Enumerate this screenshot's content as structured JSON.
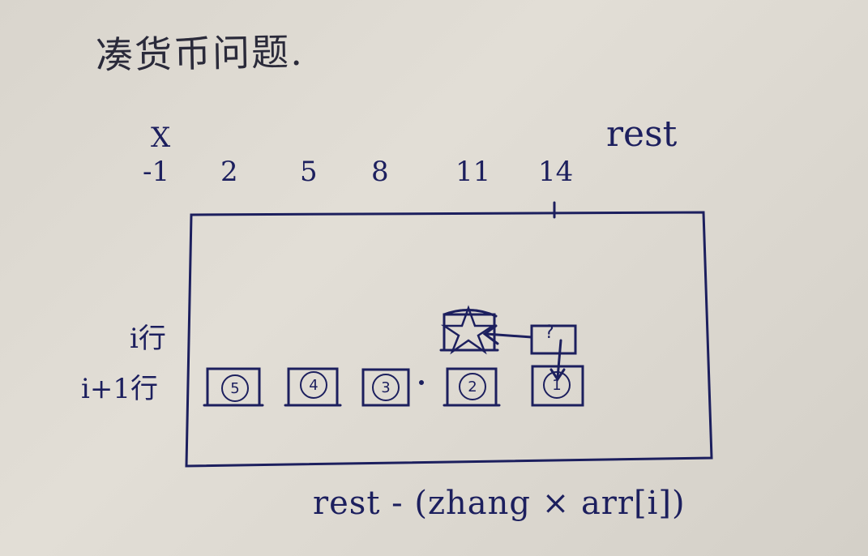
{
  "title": "凑货币问题.",
  "axis": {
    "label": "rest",
    "invalid_mark": "X",
    "ticks": [
      "-1",
      "2",
      "5",
      "8",
      "11",
      "14"
    ]
  },
  "rows": {
    "row_i": "i行",
    "row_i1": "i+1行"
  },
  "cells": {
    "star_cell": "☆",
    "unknown_cell": "?",
    "numbered": [
      "5",
      "4",
      "3",
      "2",
      "1"
    ]
  },
  "formula": "rest - (zhang × arr[i])",
  "colors": {
    "ink": "#1c1f5e",
    "paper": "#dcd8d0"
  }
}
